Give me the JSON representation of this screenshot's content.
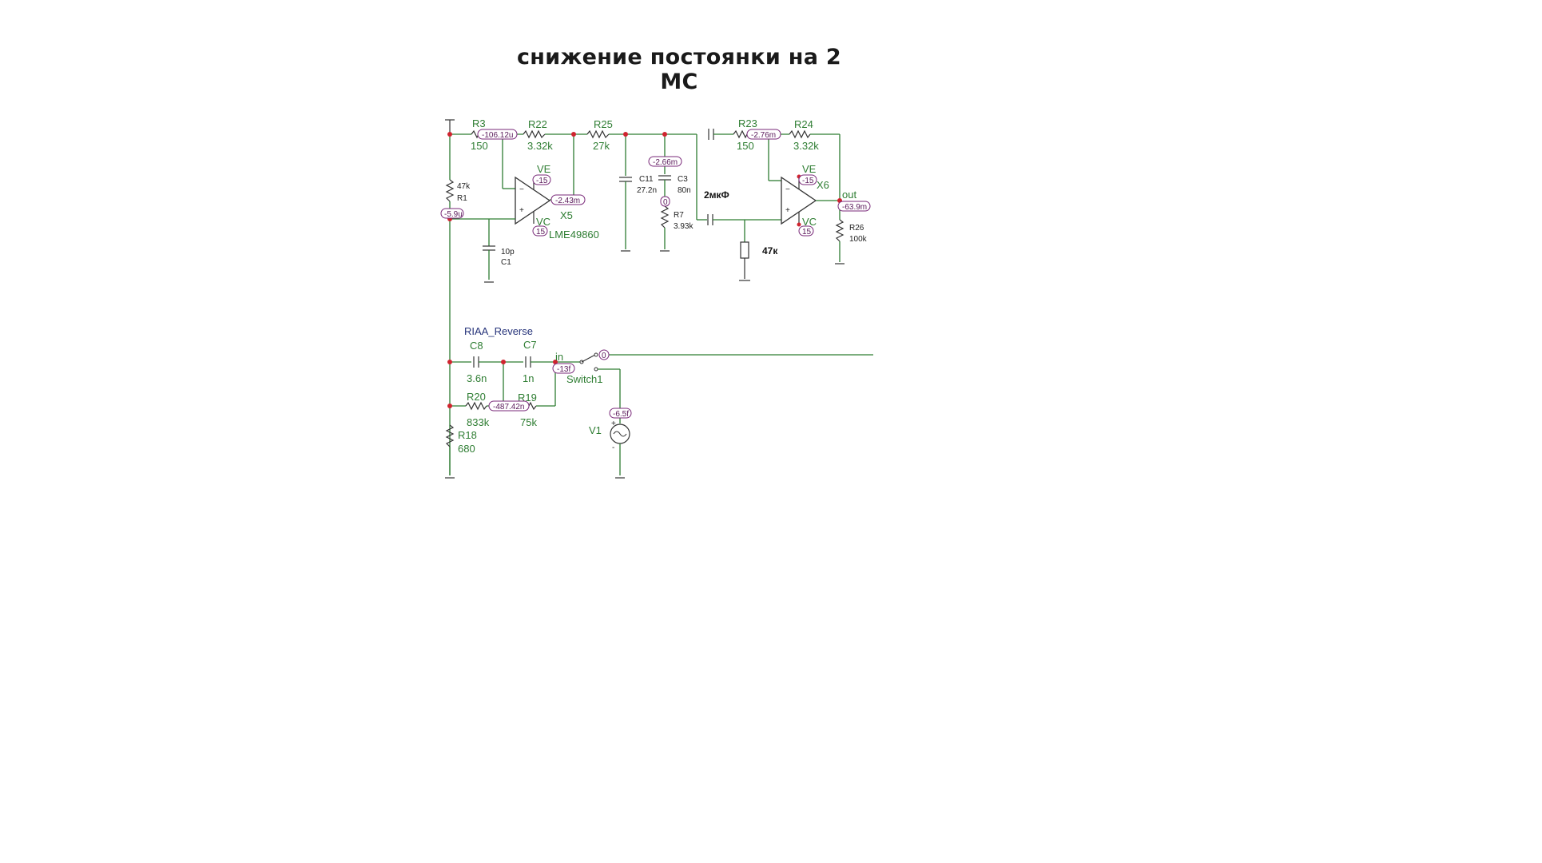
{
  "title": "снижение постоянки на 2 МС",
  "components": {
    "R3": {
      "name": "R3",
      "value": "150"
    },
    "R22": {
      "name": "R22",
      "value": "3.32k"
    },
    "R25": {
      "name": "R25",
      "value": "27k"
    },
    "R1": {
      "name": "R1",
      "value": "47k"
    },
    "C1": {
      "name": "C1",
      "value": "10p"
    },
    "X5": {
      "name": "X5",
      "part": "LME49860",
      "ve": "VE",
      "vc": "VC"
    },
    "C11": {
      "name": "C11",
      "value": "27.2n"
    },
    "C3": {
      "name": "C3",
      "value": "80n"
    },
    "R7": {
      "name": "R7",
      "value": "3.93k"
    },
    "C_coupling": {
      "value": "2мкФ"
    },
    "R_bias": {
      "value": "47к"
    },
    "R23": {
      "name": "R23",
      "value": "150"
    },
    "R24": {
      "name": "R24",
      "value": "3.32k"
    },
    "X6": {
      "name": "X6",
      "ve": "VE",
      "vc": "VC"
    },
    "R26": {
      "name": "R26",
      "value": "100k"
    },
    "out": {
      "name": "out"
    },
    "riaa": {
      "name": "RIAA_Reverse"
    },
    "C8": {
      "name": "C8",
      "value": "3.6n"
    },
    "C7": {
      "name": "C7",
      "value": "1n"
    },
    "R20": {
      "name": "R20",
      "value": "833k"
    },
    "R19": {
      "name": "R19",
      "value": "75k"
    },
    "R18": {
      "name": "R18",
      "value": "680"
    },
    "switch": {
      "name": "Switch1",
      "in": "in"
    },
    "V1": {
      "name": "V1",
      "plus": "+",
      "minus": "-"
    }
  },
  "probes": {
    "p_r3": "-106.12u",
    "p_c3": "-2.66m",
    "p_x5_ve": "-15",
    "p_x5_out": "-2.43m",
    "p_x5_vc": "15",
    "p_r1": "-5.9u",
    "p_r7": "0",
    "p_r23": "-2.76m",
    "p_x6_ve": "-15",
    "p_x6_vc": "15",
    "p_out": "-63.9m",
    "p_r20": "-487.42n",
    "p_in": "-13f",
    "p_sw": "0",
    "p_v1": "-6.5f"
  }
}
